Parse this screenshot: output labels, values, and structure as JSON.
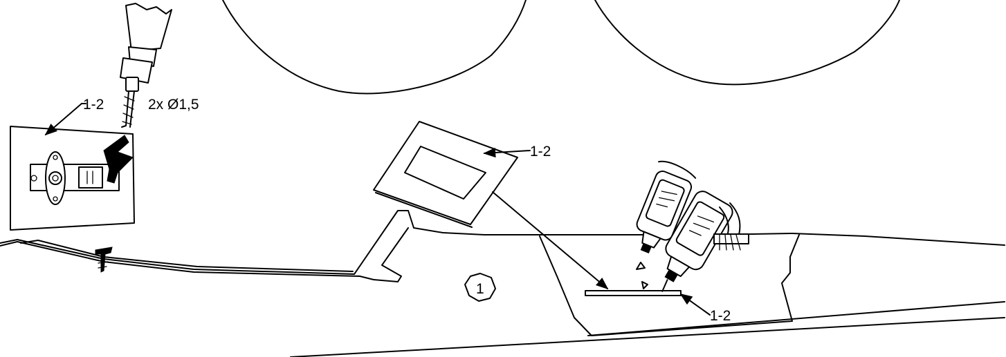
{
  "labels": {
    "part_ref_servo": "1-2",
    "drill_note": "2x Ø1,5",
    "part_ref_frame": "1-2",
    "part_ref_plate": "1-2",
    "step_number": "1"
  },
  "colors": {
    "line": "#000000",
    "background": "#ffffff"
  },
  "icons": {
    "drill": "drill-icon",
    "glue_bottles": "glue-bottle-icon",
    "screw": "screw-icon",
    "servo": "servo-icon"
  }
}
